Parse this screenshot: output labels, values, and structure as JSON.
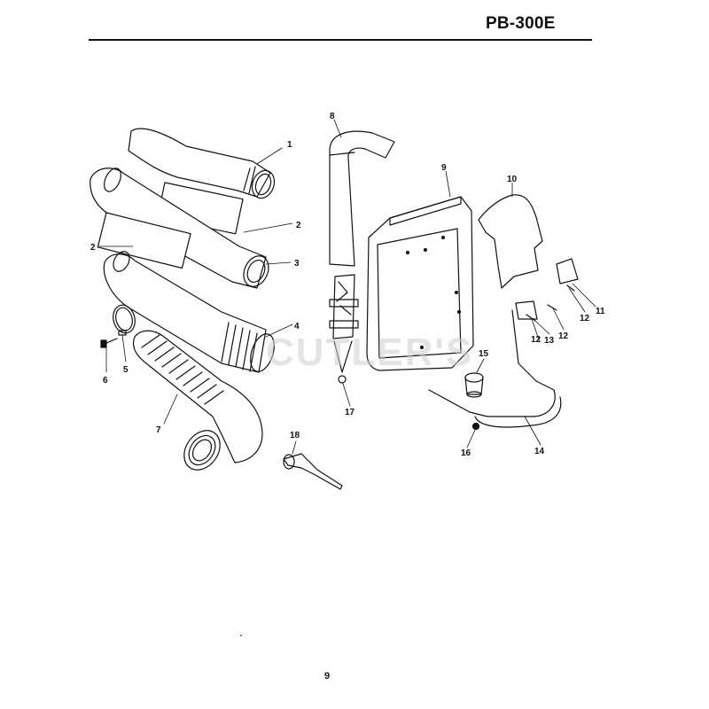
{
  "header": {
    "model": "PB-300E"
  },
  "footer": {
    "page_number": "9"
  },
  "watermark": "CUTLER'S",
  "callouts": {
    "c1": "1",
    "c2a": "2",
    "c2b": "2",
    "c3": "3",
    "c4": "4",
    "c5": "5",
    "c6": "6",
    "c7": "7",
    "c8": "8",
    "c9": "9",
    "c10": "10",
    "c11": "11",
    "c12a": "12",
    "c12b": "12",
    "c12c": "12",
    "c13": "13",
    "c14": "14",
    "c15": "15",
    "c16": "16",
    "c17": "17",
    "c18": "18"
  }
}
